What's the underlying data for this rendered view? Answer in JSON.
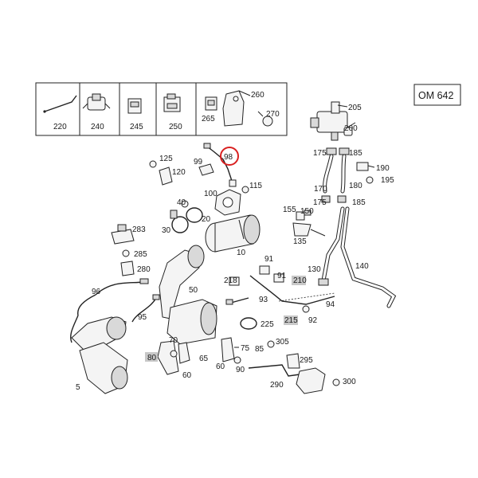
{
  "engine_label": "OM 642",
  "highlighted_part": "98",
  "accent_color": "#d92020",
  "box_fill": "#c8c8c8",
  "legend_parts": [
    "220",
    "240",
    "245",
    "250",
    "265",
    "260",
    "270"
  ],
  "callouts": {
    "p205": "205",
    "p200": "200",
    "p175a": "175",
    "p185a": "185",
    "p190": "190",
    "p195": "195",
    "p170": "170",
    "p180": "180",
    "p175b": "175",
    "p185b": "185",
    "p98": "98",
    "p99": "99",
    "p125": "125",
    "p120": "120",
    "p100": "100",
    "p115": "115",
    "p40": "40",
    "p20": "20",
    "p30": "30",
    "p10": "10",
    "p155": "155",
    "p150": "150",
    "p135": "135",
    "p130": "130",
    "p140": "140",
    "p283": "283",
    "p285": "285",
    "p280": "280",
    "p91a": "91",
    "p91b": "91",
    "p218": "218",
    "p210": "210",
    "p93": "93",
    "p94": "94",
    "p215": "215",
    "p92": "92",
    "p225": "225",
    "p96": "96",
    "p95": "95",
    "p50": "50",
    "p5": "5",
    "p70": "70",
    "p80": "80",
    "p65": "65",
    "p60a": "60",
    "p60b": "60",
    "p75": "75",
    "p85": "85",
    "p90": "90",
    "p305": "305",
    "p295": "295",
    "p290": "290",
    "p300": "300"
  }
}
